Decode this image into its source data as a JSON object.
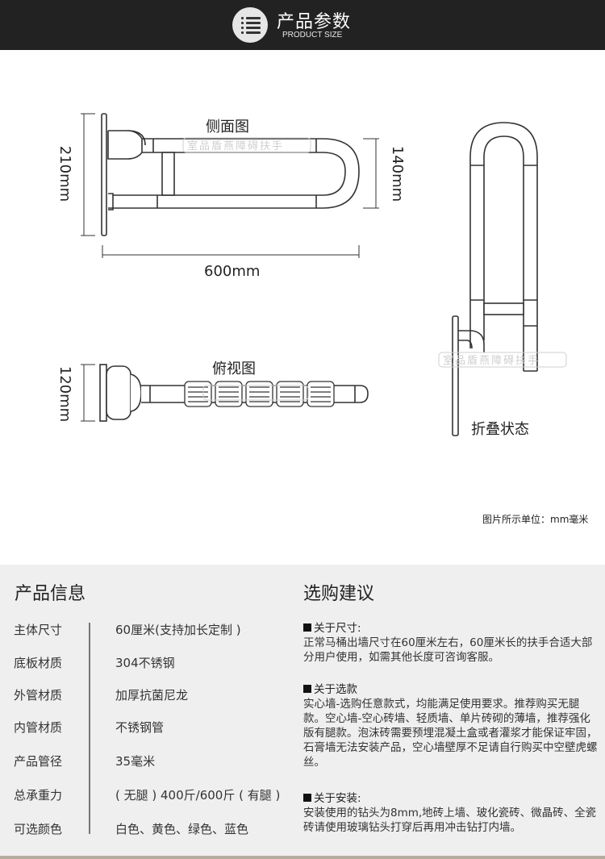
{
  "header": {
    "title": "产品参数",
    "subtitle": "PRODUCT SIZE"
  },
  "drawing": {
    "side_view_label": "侧面图",
    "top_view_label": "俯视图",
    "folded_label": "折叠状态",
    "dim_height": "210mm",
    "dim_inner": "140mm",
    "dim_length": "600mm",
    "dim_width": "120mm",
    "watermark": "室品盾燕障碍扶手",
    "unit_note": "图片所示单位：mm毫米"
  },
  "product_info": {
    "title": "产品信息",
    "rows": [
      {
        "key": "主体尺寸",
        "value": "60厘米(支持加长定制 )"
      },
      {
        "key": "底板材质",
        "value": "304不锈钢"
      },
      {
        "key": "外管材质",
        "value": "加厚抗菌尼龙"
      },
      {
        "key": "内管材质",
        "value": "不锈钢管"
      },
      {
        "key": "产品管径",
        "value": "35毫米"
      },
      {
        "key": "总承重力",
        "value": "( 无腿 ) 400斤/600斤 ( 有腿 )"
      },
      {
        "key": "可选颜色",
        "value": "白色、黄色、绿色、蓝色"
      }
    ]
  },
  "advice": {
    "title": "选购建议",
    "sections": [
      {
        "heading": "关于尺寸:",
        "body": "正常马桶出墙尺寸在60厘米左右，60厘米长的扶手合适大部分用户使用，如需其他长度可咨询客服。"
      },
      {
        "heading": "关于选款",
        "body": "实心墙-选购任意款式，均能满足使用要求。推荐购买无腿款。空心墙-空心砖墙、轻质墙、单片砖砌的薄墙，推荐强化版有腿款。泡沫砖需要预埋混凝土盒或者灌浆才能保证牢固，石膏墙无法安装产品，空心墙壁厚不足请自行购买中空壁虎螺丝。"
      },
      {
        "heading": "关于安装:",
        "body": "安装使用的钻头为8mm,地砖上墙、玻化瓷砖、微晶砖、全瓷砖请使用玻璃钻头打穿后再用冲击钻打内墙。"
      }
    ]
  },
  "colors": {
    "header_bg": "#222222",
    "panel_bg": "#efefef",
    "line": "#333333"
  }
}
